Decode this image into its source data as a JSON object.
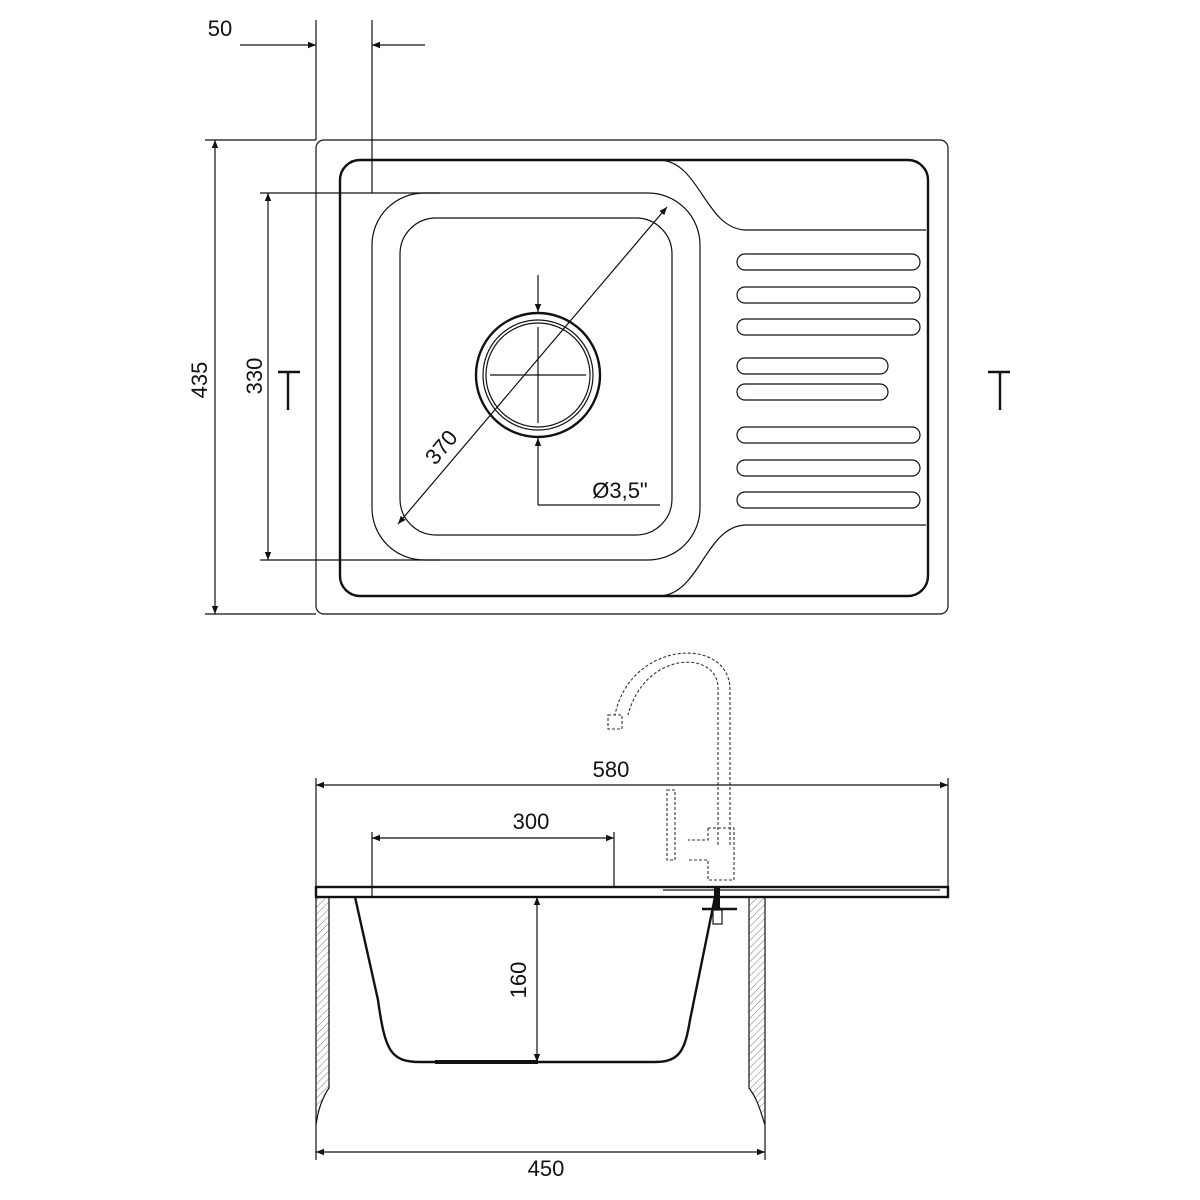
{
  "title": "Kitchen sink dimension drawing",
  "top_view": {
    "dim_offset": "50",
    "dim_total_depth": "435",
    "dim_bowl_depth": "330",
    "dim_bowl_diagonal": "370",
    "dim_drain": "Ø3,5\""
  },
  "side_view": {
    "dim_total_width": "580",
    "dim_bowl_width": "300",
    "dim_bowl_height": "160",
    "dim_cabinet_width": "450"
  },
  "colors": {
    "line": "#111111",
    "background": "#ffffff"
  }
}
